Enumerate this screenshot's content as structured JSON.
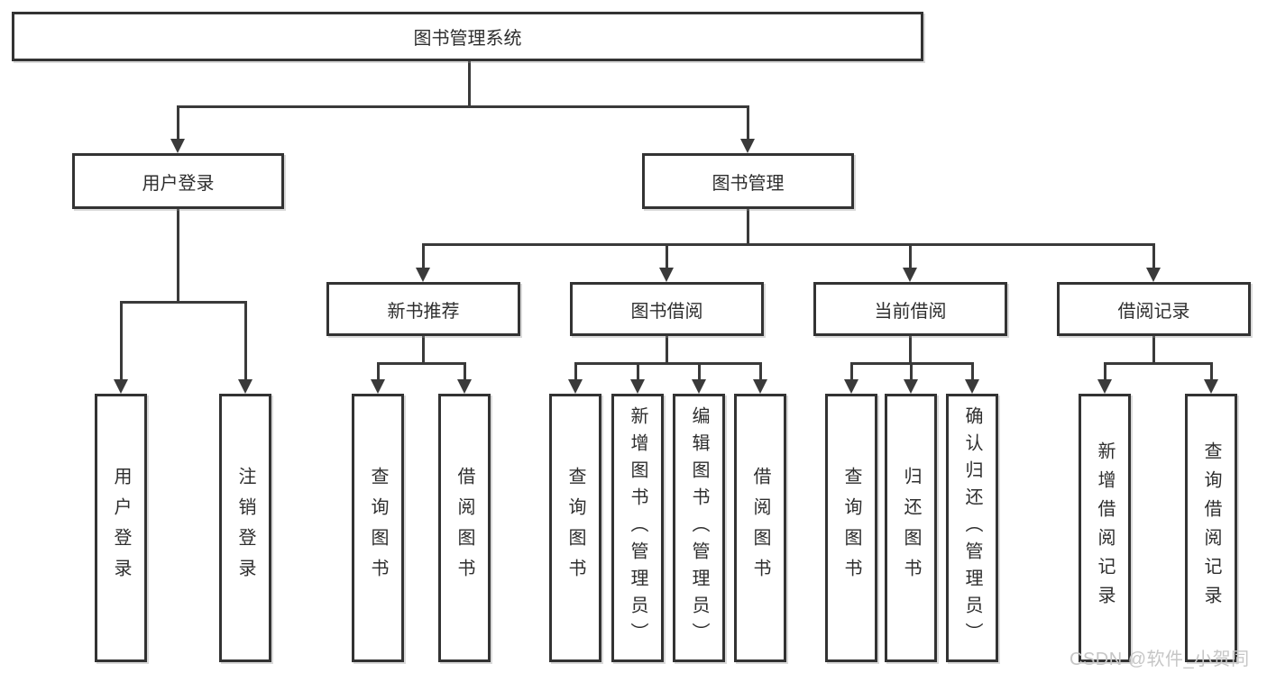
{
  "title": "图书管理系统",
  "tree": {
    "root": "图书管理系统",
    "user_login": {
      "label": "用户登录",
      "children": {
        "login": "用户登录",
        "logout": "注销登录"
      }
    },
    "book_mgmt": {
      "label": "图书管理",
      "children": {
        "new_books": {
          "label": "新书推荐",
          "children": {
            "query": "查询图书",
            "borrow": "借阅图书"
          }
        },
        "book_borrow": {
          "label": "图书借阅",
          "children": {
            "query": "查询图书",
            "add": "新增图书（管理员）",
            "edit": "编辑图书（管理员）",
            "borrow": "借阅图书"
          }
        },
        "current_borrow": {
          "label": "当前借阅",
          "children": {
            "query": "查询图书",
            "return": "归还图书",
            "confirm_return": "确认归还（管理员）"
          }
        },
        "borrow_records": {
          "label": "借阅记录",
          "children": {
            "add_record": "新增借阅记录",
            "query_record": "查询借阅记录"
          }
        }
      }
    }
  },
  "watermark": "CSDN @软件_小贺同学",
  "colors": {
    "line": "#3a3a3a",
    "box_border": "#333333",
    "box_fill": "#ffffff",
    "text": "#2e2e2e",
    "watermark": "#c6c6c6",
    "background": "#ffffff"
  }
}
